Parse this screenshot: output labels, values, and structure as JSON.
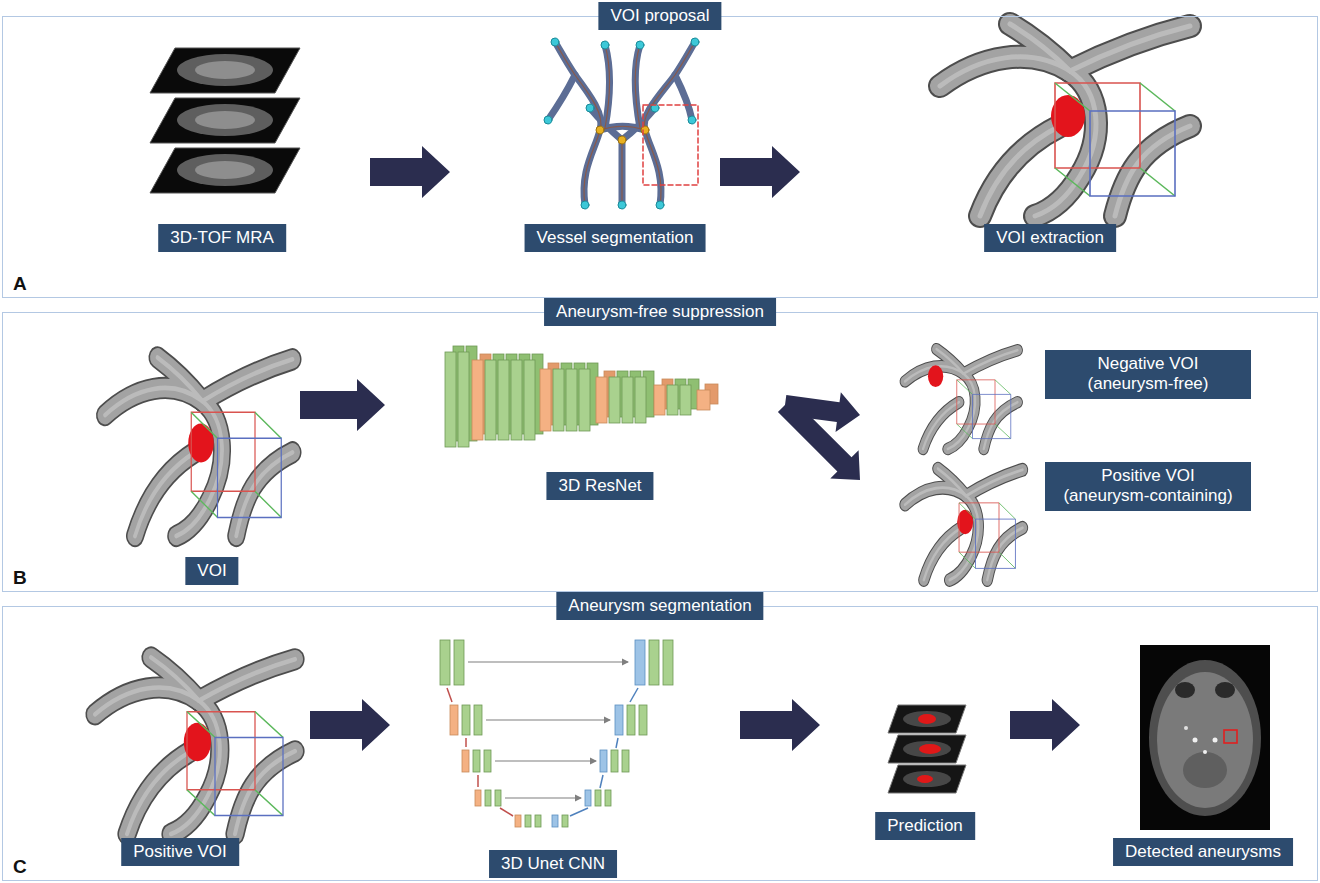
{
  "diagram": {
    "nodes": [
      {
        "text": [
          "VOI proposal",
          "A"
        ]
      },
      {
        "text": [
          "3D-TOF MRA"
        ],
        "in": 0
      },
      {
        "text": [
          "Vessel segmentation"
        ],
        "in": 0
      },
      {
        "text": [
          "VOI extraction"
        ],
        "in": 0
      },
      {
        "text": [
          "Aneurysm-free suppression",
          "B"
        ]
      },
      {
        "text": [
          "VOI"
        ],
        "in": 4
      },
      {
        "text": [
          "3D ResNet"
        ],
        "in": 4
      },
      {
        "text": [
          "Negative VOI (aneurysm-free)"
        ],
        "in": 4
      },
      {
        "text": [
          "Positive VOI (aneurysm-containing)"
        ],
        "in": 4
      },
      {
        "text": [
          "Aneurysm segmentation",
          "C"
        ]
      },
      {
        "text": [
          "Positive VOI"
        ],
        "in": 9
      },
      {
        "text": [
          "3D Unet CNN"
        ],
        "in": 9
      },
      {
        "text": [
          "Prediction"
        ],
        "in": 9
      },
      {
        "text": [
          "Detected aneurysms"
        ],
        "in": 9
      }
    ],
    "edges": [
      {
        "from": 1,
        "to": 2,
        "arrow": "to"
      },
      {
        "from": 2,
        "to": 3,
        "arrow": "to"
      },
      {
        "from": 5,
        "to": 6,
        "arrow": "to"
      },
      {
        "from": 6,
        "to": 7,
        "arrow": "to"
      },
      {
        "from": 6,
        "to": 8,
        "arrow": "to"
      },
      {
        "from": 10,
        "to": 11,
        "arrow": "to"
      },
      {
        "from": 11,
        "to": 12,
        "arrow": "to"
      },
      {
        "from": 12,
        "to": 13,
        "arrow": "to"
      }
    ]
  }
}
